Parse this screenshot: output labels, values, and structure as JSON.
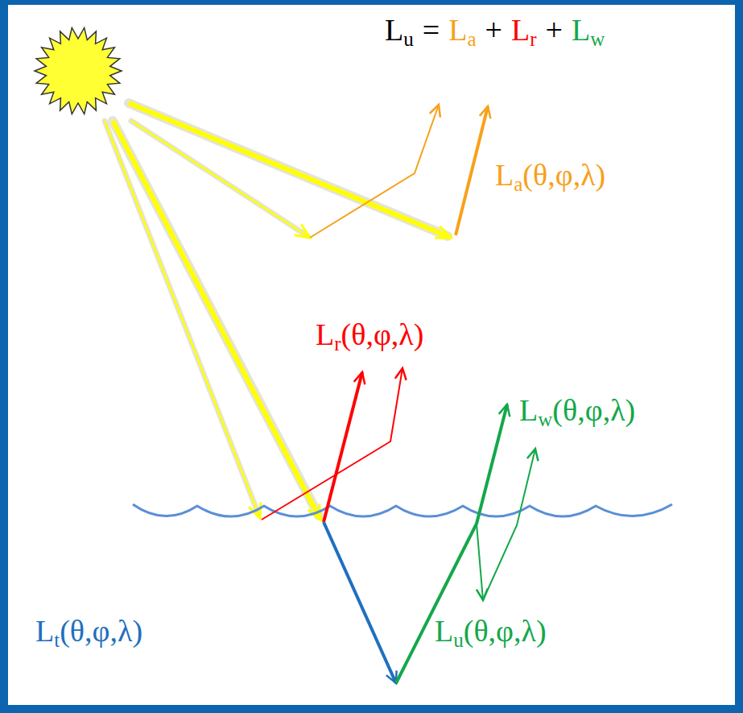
{
  "diagram": {
    "labels": [
      "Lu",
      "=",
      "La",
      "+",
      "Lr",
      "+",
      "Lw",
      "La(θ,φ,λ)",
      "Lr(θ,φ,λ)",
      "Lw(θ,φ,λ)",
      "Lt(θ,φ,λ)",
      "Lu(θ,φ,λ)"
    ]
  }
}
